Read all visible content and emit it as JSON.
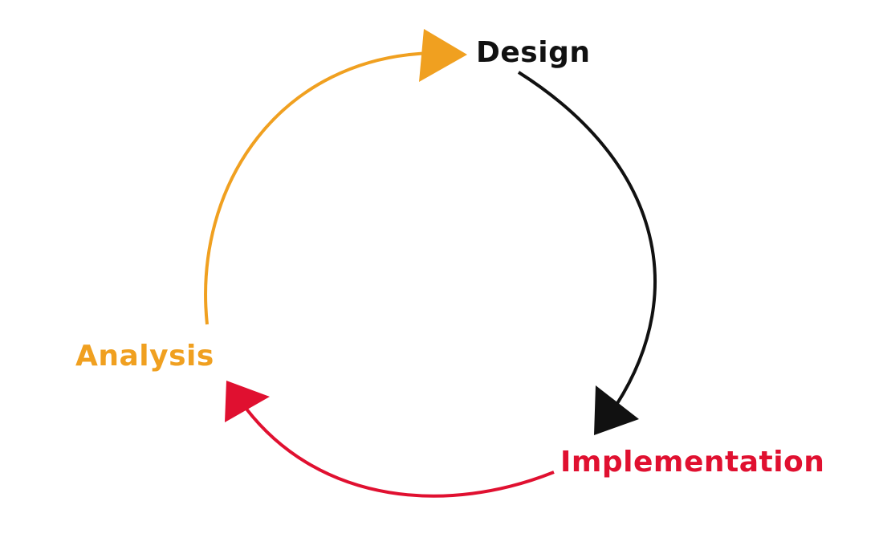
{
  "diagram": {
    "stages": [
      {
        "id": "design",
        "label": "Design",
        "color": "#111111"
      },
      {
        "id": "implementation",
        "label": "Implementation",
        "color": "#E01030"
      },
      {
        "id": "analysis",
        "label": "Analysis",
        "color": "#F0A020"
      }
    ],
    "arrows": [
      {
        "from": "analysis",
        "to": "design",
        "color": "#F0A020"
      },
      {
        "from": "design",
        "to": "implementation",
        "color": "#111111"
      },
      {
        "from": "implementation",
        "to": "analysis",
        "color": "#E01030"
      }
    ]
  }
}
